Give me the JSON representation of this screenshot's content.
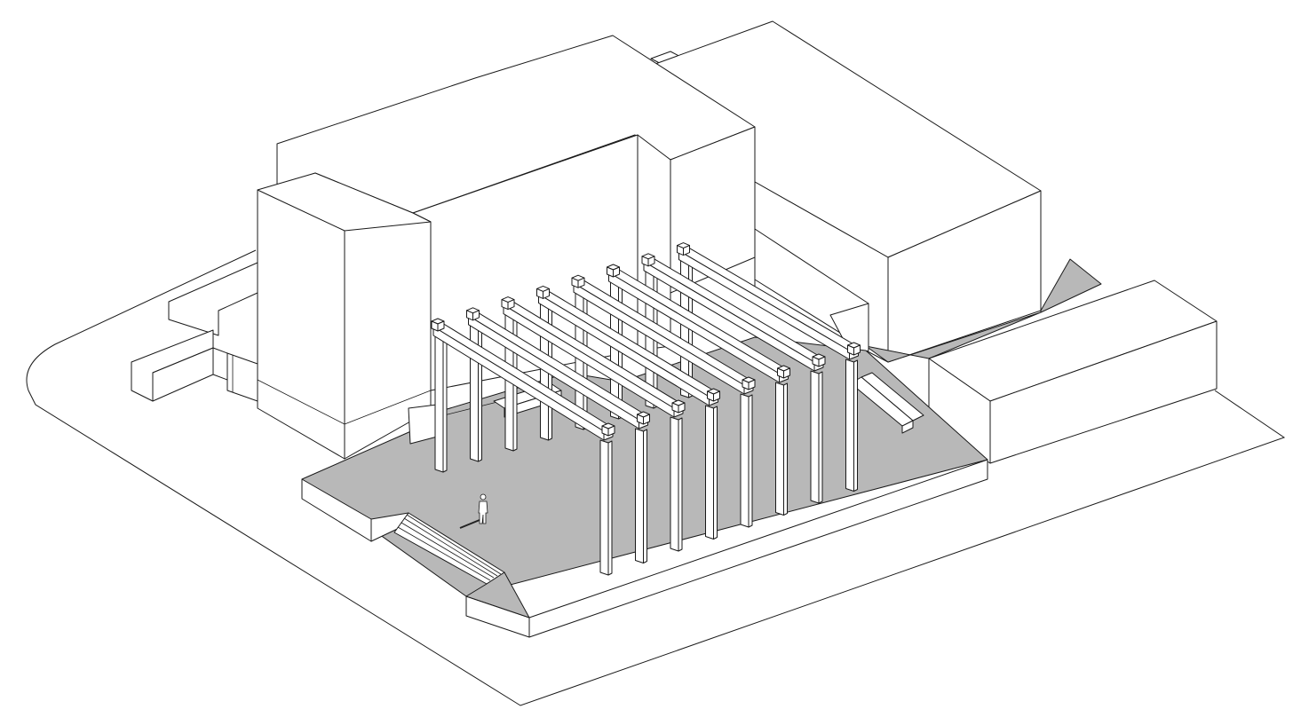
{
  "drawing": {
    "projection": "axonometric",
    "style": "line-drawing",
    "colors": {
      "line": "#1a1a1a",
      "paving": "#b8b8b8",
      "fill": "#ffffff",
      "background": "#ffffff"
    },
    "frame_count": 8,
    "columns_per_frame": 2,
    "human_figures": 1,
    "stair_flights": 1,
    "benches": 2
  }
}
